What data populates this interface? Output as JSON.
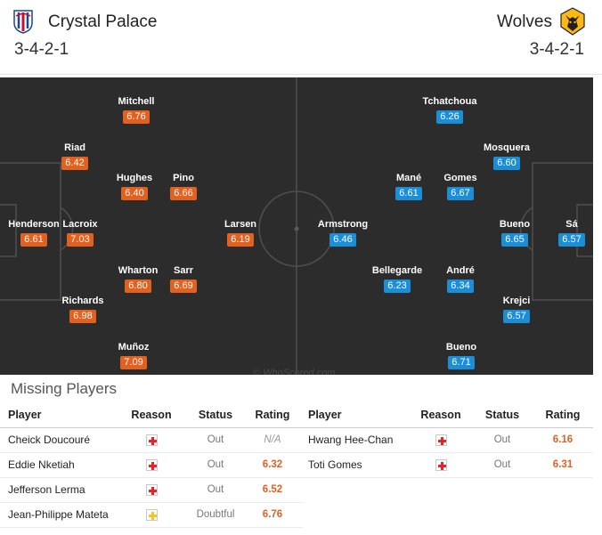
{
  "colors": {
    "home_rating": "#e2611f",
    "away_rating": "#1a8fd8",
    "pitch": "#2c2c2c",
    "injury": "#e0262b",
    "doubtful": "#f3c623"
  },
  "home": {
    "name": "Crystal Palace",
    "formation": "3-4-2-1",
    "logo": "crystal-palace-crest-icon"
  },
  "away": {
    "name": "Wolves",
    "formation": "3-4-2-1",
    "logo": "wolves-crest-icon"
  },
  "pitch": {
    "watermark": "© WhoScored.com"
  },
  "home_players": [
    {
      "name": "Henderson",
      "rating": "6.61"
    },
    {
      "name": "Riad",
      "rating": "6.42"
    },
    {
      "name": "Lacroix",
      "rating": "7.03"
    },
    {
      "name": "Richards",
      "rating": "6.98"
    },
    {
      "name": "Mitchell",
      "rating": "6.76"
    },
    {
      "name": "Hughes",
      "rating": "6.40"
    },
    {
      "name": "Wharton",
      "rating": "6.80"
    },
    {
      "name": "Muñoz",
      "rating": "7.09"
    },
    {
      "name": "Pino",
      "rating": "6.66"
    },
    {
      "name": "Sarr",
      "rating": "6.69"
    },
    {
      "name": "Larsen",
      "rating": "6.19"
    }
  ],
  "away_players": [
    {
      "name": "Sá",
      "rating": "6.57"
    },
    {
      "name": "Mosquera",
      "rating": "6.60"
    },
    {
      "name": "Bueno",
      "rating": "6.65"
    },
    {
      "name": "Krejci",
      "rating": "6.57"
    },
    {
      "name": "Tchatchoua",
      "rating": "6.26"
    },
    {
      "name": "Gomes",
      "rating": "6.67"
    },
    {
      "name": "André",
      "rating": "6.34"
    },
    {
      "name": "Bueno",
      "rating": "6.71"
    },
    {
      "name": "Mané",
      "rating": "6.61"
    },
    {
      "name": "Bellegarde",
      "rating": "6.23"
    },
    {
      "name": "Armstrong",
      "rating": "6.46"
    }
  ],
  "missing": {
    "title": "Missing Players",
    "headers": {
      "player": "Player",
      "reason": "Reason",
      "status": "Status",
      "rating": "Rating"
    },
    "home": [
      {
        "player": "Cheick Doucouré",
        "reason": "injury",
        "status": "Out",
        "rating": "N/A"
      },
      {
        "player": "Eddie Nketiah",
        "reason": "injury",
        "status": "Out",
        "rating": "6.32"
      },
      {
        "player": "Jefferson Lerma",
        "reason": "injury",
        "status": "Out",
        "rating": "6.52"
      },
      {
        "player": "Jean-Philippe Mateta",
        "reason": "doubtful",
        "status": "Doubtful",
        "rating": "6.76"
      }
    ],
    "away": [
      {
        "player": "Hwang Hee-Chan",
        "reason": "injury",
        "status": "Out",
        "rating": "6.16"
      },
      {
        "player": "Toti Gomes",
        "reason": "injury",
        "status": "Out",
        "rating": "6.31"
      }
    ]
  }
}
